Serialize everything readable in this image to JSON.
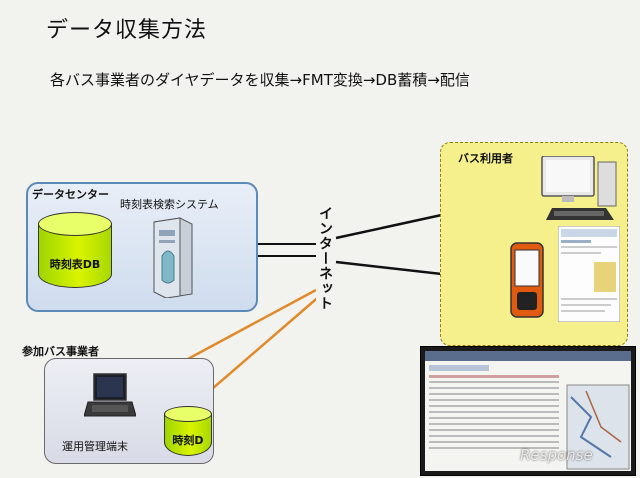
{
  "title": "データ収集方法",
  "subtitle": "各バス事業者のダイヤデータを収集→FMT変換→DB蓄積→配信",
  "data_center": {
    "label": "データセンター",
    "system_label": "時刻表検索システム",
    "db_label": "時刻表DB"
  },
  "internet": {
    "label": "インターネット"
  },
  "operators": {
    "label": "参加バス事業者",
    "terminal_label": "運用管理端末",
    "db_label": "時刻D"
  },
  "users": {
    "label": "バス利用者"
  },
  "watermark": "Response",
  "colors": {
    "line": "#111111",
    "orange_link": "#e08a2a",
    "dc_border": "#5b8ab8",
    "users_bg": "#f6f08c",
    "db_green": "#c6ec00"
  },
  "icons": [
    "server-icon",
    "laptop-icon",
    "desktop-pc-icon",
    "mobile-phone-icon",
    "database-icon"
  ]
}
